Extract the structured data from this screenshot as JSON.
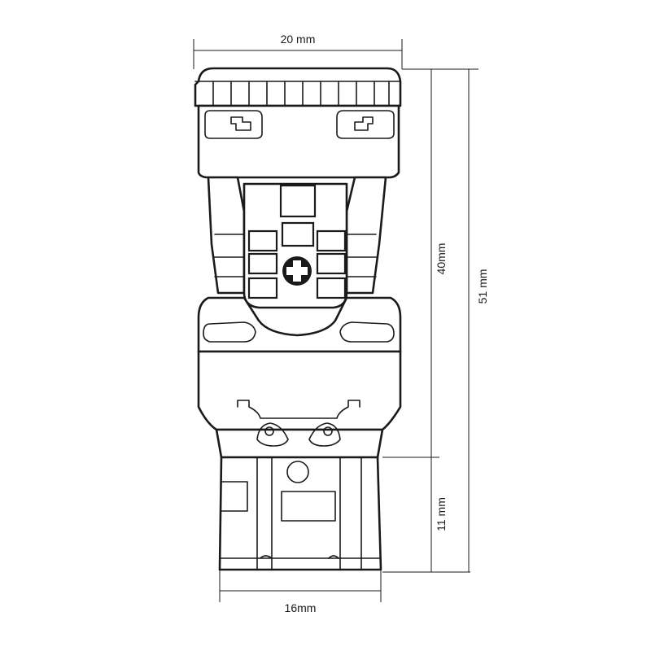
{
  "dimensions": {
    "top_width": "20 mm",
    "bottom_width": "16mm",
    "body_height": "40mm",
    "total_height": "51 mm",
    "base_height": "11 mm"
  },
  "colors": {
    "line": "#1a1a1a",
    "background": "#ffffff"
  },
  "icons": {
    "center": "phillips-screw-icon"
  }
}
